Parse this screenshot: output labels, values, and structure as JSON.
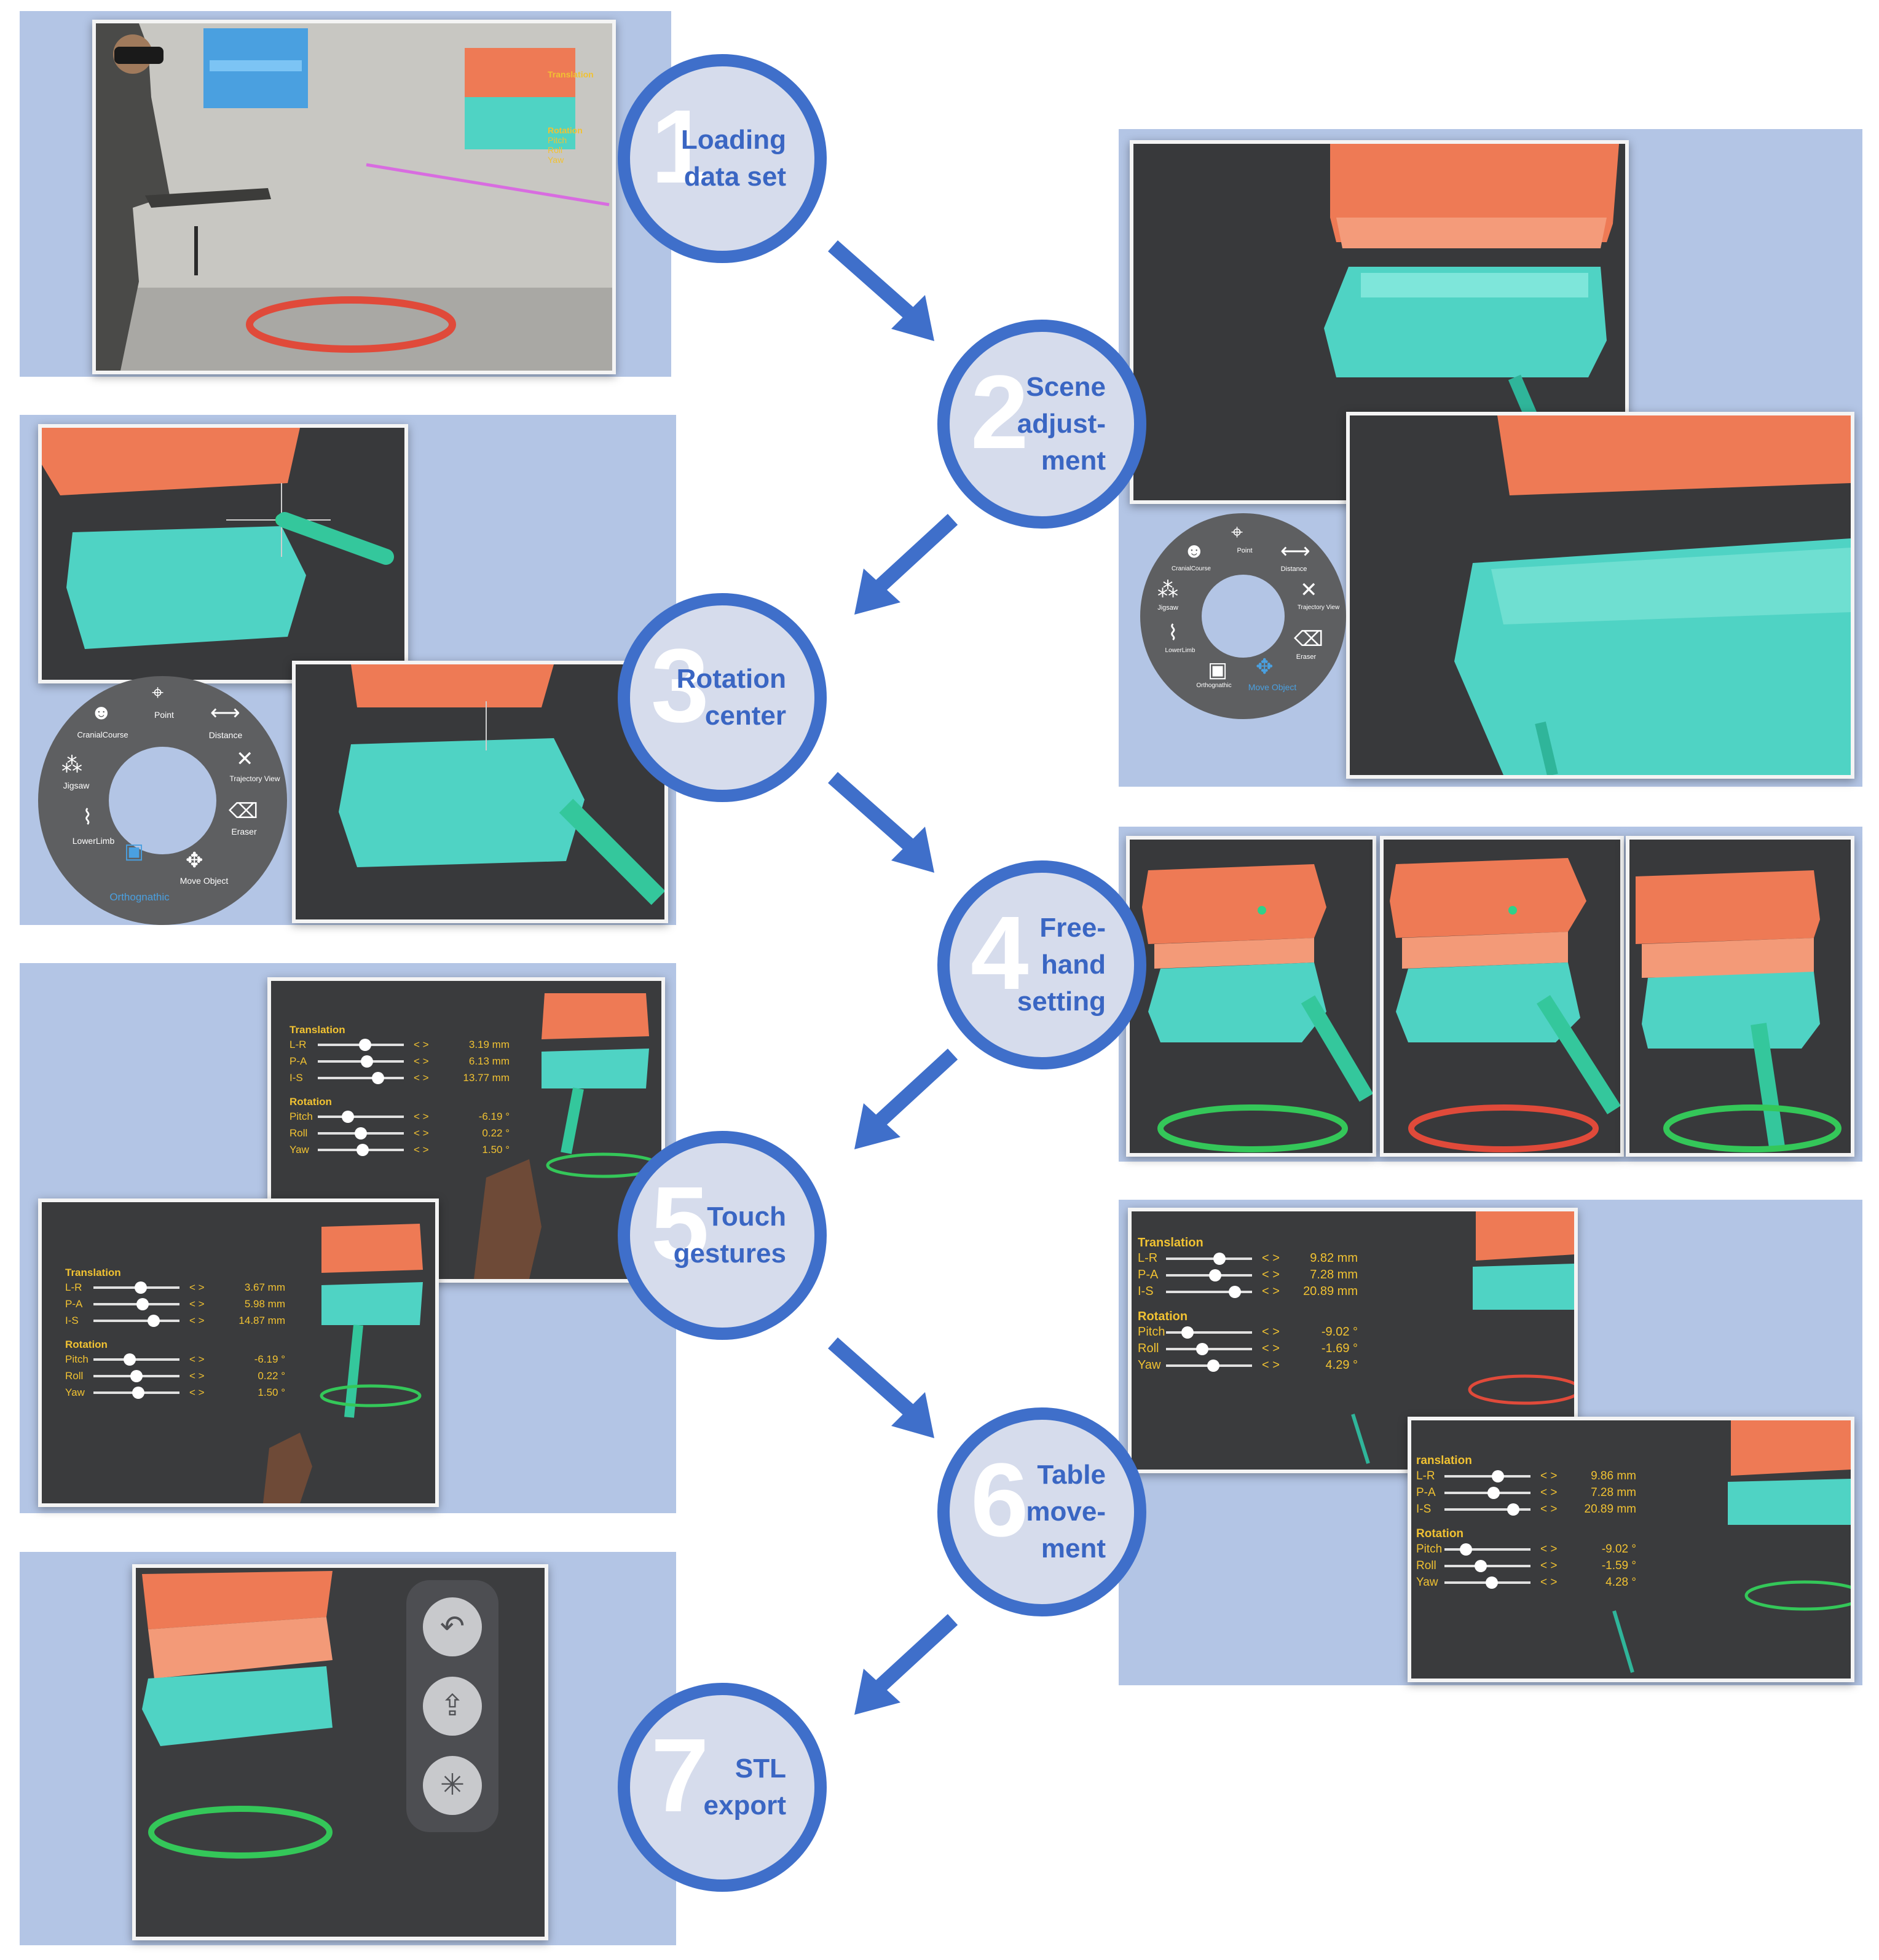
{
  "steps": [
    {
      "number": "1",
      "lines": [
        "Loading",
        "data set"
      ]
    },
    {
      "number": "2",
      "lines": [
        "Scene",
        "adjust-",
        "ment"
      ]
    },
    {
      "number": "3",
      "lines": [
        "Rotation",
        "center"
      ]
    },
    {
      "number": "4",
      "lines": [
        "Free-",
        "hand",
        "setting"
      ]
    },
    {
      "number": "5",
      "lines": [
        "Touch",
        "gestures"
      ]
    },
    {
      "number": "6",
      "lines": [
        "Table",
        "move-",
        "ment"
      ]
    },
    {
      "number": "7",
      "lines": [
        "STL",
        "export"
      ]
    }
  ],
  "hud_step1": {
    "translation": "Translation",
    "rotation": "Rotation",
    "pitch": "Pitch",
    "roll": "Roll",
    "yaw": "Yaw"
  },
  "menu_labels": {
    "point": "Point",
    "distance": "Distance",
    "cranial": "CranialCourse",
    "jigsaw": "Jigsaw",
    "trajectory": "Trajectory View",
    "lowerlimb": "LowerLimb",
    "eraser": "Eraser",
    "orthognathic": "Orthognathic",
    "move_object": "Move Object"
  },
  "hud_5a": {
    "translation": "Translation",
    "rotation": "Rotation",
    "rows": [
      {
        "axis": "L-R",
        "value": "3.19 mm",
        "pos": 0.55
      },
      {
        "axis": "P-A",
        "value": "6.13 mm",
        "pos": 0.57
      },
      {
        "axis": "I-S",
        "value": "13.77 mm",
        "pos": 0.7
      },
      {
        "axis": "Pitch",
        "value": "-6.19 °",
        "pos": 0.35
      },
      {
        "axis": "Roll",
        "value": "0.22 °",
        "pos": 0.5
      },
      {
        "axis": "Yaw",
        "value": "1.50 °",
        "pos": 0.52
      }
    ]
  },
  "hud_5b": {
    "translation": "Translation",
    "rotation": "Rotation",
    "rows": [
      {
        "axis": "L-R",
        "value": "3.67 mm",
        "pos": 0.55
      },
      {
        "axis": "P-A",
        "value": "5.98 mm",
        "pos": 0.57
      },
      {
        "axis": "I-S",
        "value": "14.87 mm",
        "pos": 0.7
      },
      {
        "axis": "Pitch",
        "value": "-6.19 °",
        "pos": 0.42
      },
      {
        "axis": "Roll",
        "value": "0.22 °",
        "pos": 0.5
      },
      {
        "axis": "Yaw",
        "value": "1.50 °",
        "pos": 0.52
      }
    ]
  },
  "hud_6a": {
    "translation": "Translation",
    "rotation": "Rotation",
    "rows": [
      {
        "axis": "L-R",
        "value": "9.82 mm",
        "pos": 0.62
      },
      {
        "axis": "P-A",
        "value": "7.28 mm",
        "pos": 0.57
      },
      {
        "axis": "I-S",
        "value": "20.89 mm",
        "pos": 0.8
      },
      {
        "axis": "Pitch",
        "value": "-9.02 °",
        "pos": 0.25
      },
      {
        "axis": "Roll",
        "value": "-1.69 °",
        "pos": 0.42
      },
      {
        "axis": "Yaw",
        "value": "4.29 °",
        "pos": 0.55
      }
    ]
  },
  "hud_6b": {
    "translation": "ranslation",
    "rotation": "Rotation",
    "rows": [
      {
        "axis": "L-R",
        "value": "9.86 mm",
        "pos": 0.62
      },
      {
        "axis": "P-A",
        "value": "7.28 mm",
        "pos": 0.57
      },
      {
        "axis": "I-S",
        "value": "20.89 mm",
        "pos": 0.8
      },
      {
        "axis": "Pitch",
        "value": "-9.02 °",
        "pos": 0.25
      },
      {
        "axis": "Roll",
        "value": "-1.59 °",
        "pos": 0.42
      },
      {
        "axis": "Yaw",
        "value": "4.28 °",
        "pos": 0.55
      }
    ]
  },
  "colors": {
    "panel": "#b3c5e5",
    "circle_border": "#3f6fca",
    "circle_fill": "#d6dcec",
    "label": "#3a66c3",
    "upper_jaw": "#f07a52",
    "lower_jaw": "#4fd3c4",
    "hud_text": "#f1c232",
    "ring_red": "#e04a3a",
    "ring_green": "#34c759"
  }
}
